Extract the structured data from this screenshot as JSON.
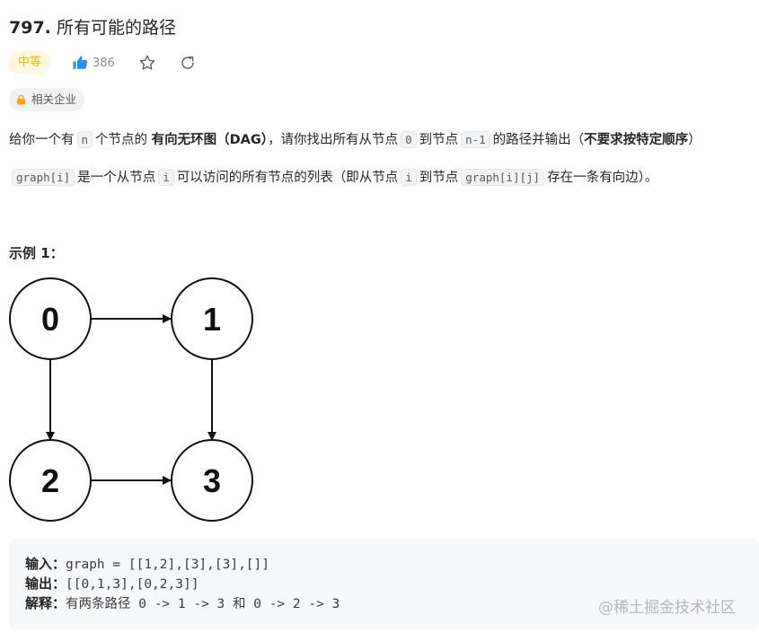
{
  "problem": {
    "number": "797.",
    "title": "所有可能的路径",
    "difficulty": "中等",
    "likes": "386",
    "company_tag": "相关企业"
  },
  "description": {
    "p1": {
      "t1": "给你一个有",
      "c1": "n",
      "t2": "个节点的",
      "b1": "有向无环图（DAG）",
      "t3": "，请你找出所有从节点",
      "c2": "0",
      "t4": "到节点",
      "c3": "n-1",
      "t5": "的路径并输出（",
      "b2": "不要求按特定顺序",
      "t6": "）"
    },
    "p2": {
      "c1": "graph[i]",
      "t1": "是一个从节点",
      "c2": "i",
      "t2": "可以访问的所有节点的列表（即从节点",
      "c3": "i",
      "t3": "到节点",
      "c4": "graph[i][j]",
      "t4": "存在一条有向边）。"
    }
  },
  "example": {
    "title": "示例 1：",
    "nodes": [
      "0",
      "1",
      "2",
      "3"
    ],
    "input_label": "输入：",
    "input_value": "graph = [[1,2],[3],[3],[]]",
    "output_label": "输出：",
    "output_value": "[[0,1,3],[0,2,3]]",
    "explain_label": "解释：",
    "explain_value": "有两条路径 0 -> 1 -> 3 和 0 -> 2 -> 3"
  },
  "watermark": "@稀土掘金技术社区",
  "colors": {
    "like": "#1a90ff",
    "difficulty_text": "#ffb700",
    "difficulty_bg": "#fff7e0"
  },
  "icons": [
    "thumbs-up-icon",
    "star-icon",
    "share-icon",
    "lock-icon"
  ]
}
